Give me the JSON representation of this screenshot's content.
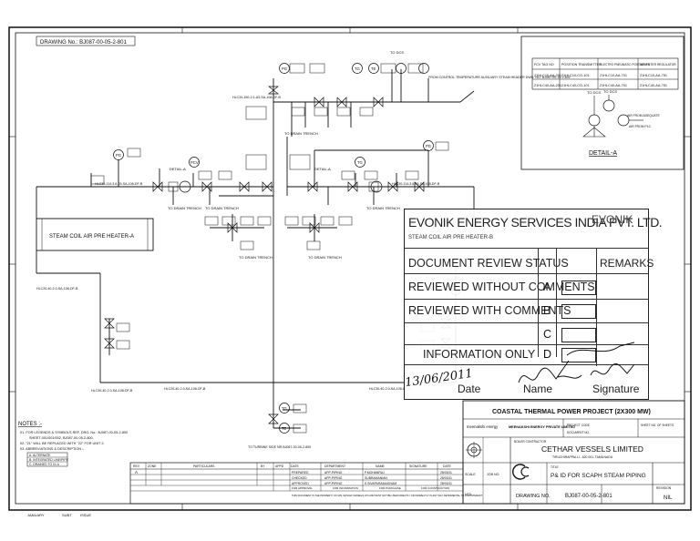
{
  "drawing_no_top": "DRAWING No.: BJ087-00-05-2-801",
  "detail": {
    "title": "DETAIL-A",
    "table_headers": [
      "FCV TAG NO",
      "POSITION TRANSMITTER",
      "ELECTRO PNEUMATIC POSITIONER",
      "AIR FILTER REGULATOR"
    ],
    "rows": [
      [
        "21HLC10-AA-201",
        "21HLC10-CG-101",
        "21HLC10-AA-701",
        "21HLC10-AA-751"
      ],
      [
        "21HLC40-AA-201",
        "21HLC40-CG-101",
        "21HLC40-AA-701",
        "21HLC40-AA-751"
      ]
    ],
    "labels": [
      "TO DCS",
      "TO DCS",
      "AIR FROM ADEQUATE",
      "AIR FROM PLC"
    ]
  },
  "diagram": {
    "equipment_a": "STEAM COIL AIR PRE HEATER-A",
    "equipment_b": "STEAM COIL AIR PRE HEATER-B",
    "to_dcs": "TO DCS",
    "drain_labels": [
      "TO DRAIN TRENCH",
      "TO DRAIN TRENCH",
      "TO DRAIN TRENCH",
      "TO DRAIN TRENCH",
      "TO DRAIN TRENCH",
      "TO DRAIN TRENCH"
    ],
    "detail_a_tags": [
      "DETAIL-A",
      "DETAIL-A"
    ],
    "from_label": "FROM CONTROL TEMPERATURE AUXILIARY STEAM HEADER DWG. NO. BJ087-00-15-2-802",
    "bottom_label": "TO TURBINE SIDE NR BJ087-00-05-2-805",
    "line_numbers": [
      "HLC20-150-2.1-A3-SA-108-DF-B",
      "HLC30-114-3.6-03-SA-108-DF-B",
      "HLC30-114-3.6-03-SA-108-DF-B",
      "HLC20-40-2.0-SA-108-DF-B",
      "HLC20-40-2.0-SA-108-DF-B",
      "HLC30-40-2.0-SA-108-DF-B",
      "HLC30-40-2.0-SA-108-DF-B"
    ],
    "instrument_tags": [
      "PG",
      "TG",
      "TE",
      "PG",
      "PCV",
      "TG",
      "PG",
      "TG",
      "TE"
    ]
  },
  "notes": {
    "title": "NOTES :-",
    "items": [
      "01. FOR LEGENDS & SYMBOLS REF. DRG. No.: BJ087-00-05-2-800",
      "SHEET-001/001/002, BJ087-00-05-2-800.",
      "02. \"21\" WILL BE REPLACED WITH \"22\" FOR UNIT 2.",
      "03. ABBREVIATIONS & DESCRIPTION :-"
    ],
    "abbr": [
      "A. ALTERNATE",
      "B. INTEGRATED LINE/PIPE",
      "C. DRAINED TO 01 A"
    ]
  },
  "stamp": {
    "company": "EVONIK ENERGY SERVICES INDIA PVT. LTD.",
    "logo": "EVONIK",
    "status_title": "DOCUMENT REVIEW STATUS",
    "remarks": "REMARKS",
    "options": [
      {
        "label": "REVIEWED WITHOUT COMMENTS",
        "code": "A"
      },
      {
        "label": "REVIEWED WITH COMMENTS",
        "code": "B"
      },
      {
        "label": "",
        "code": "C"
      },
      {
        "label": "INFORMATION ONLY",
        "code": "D"
      }
    ],
    "date_label": "Date",
    "name_label": "Name",
    "signature_label": "Signature",
    "date_value": "13/06/2011"
  },
  "title_block": {
    "project": "COASTAL THERMAL POWER PROJECT (2X300 MW)",
    "owner": "MEENAKSHI ENERGY PRIVATE LIMITED",
    "brand": "meenakshi energy",
    "contractor_label": "BOILER CONTRACTOR",
    "contractor": "CETHAR VESSELS LIMITED",
    "contractor_address": "TIRUCHIRAPPALLI - 620 001, TAMILNADU",
    "title_label": "TITLE",
    "title": "P& ID FOR SCAPH STEAM PIPING",
    "drawing_no_label": "DRAWING NO.",
    "drawing_no": "BJ087-00-05-2-801",
    "revision_label": "REVISION",
    "revision": "NIL",
    "scale_label": "SCALE",
    "job_label": "JOB NO.",
    "ntd_label": "NTD",
    "project_code_label": "PROJECT CODE",
    "document_no_label": "DOCUMENT NO.",
    "sheet_label": "SHEET NO. OF SHEETS",
    "rev_headers": [
      "REV",
      "ZONE",
      "PARTICULARS",
      "BY",
      "APPD",
      "DATE"
    ],
    "rev_row": [
      "A"
    ],
    "sign_headers": [
      "",
      "DEPARTMENT",
      "NAME",
      "SIGNATURE",
      "DATE"
    ],
    "sign_rows": [
      [
        "PREPARED",
        "APP-PIPING",
        "P.MOHANRAJ",
        "",
        "28/03/11"
      ],
      [
        "CHECKED",
        "APP-PIPING",
        "SUBRAMANIAN",
        "",
        "28/03/11"
      ],
      [
        "APPROVED",
        "APP-PIPING",
        "K.SIVAPARAMASIVAM",
        "",
        "28/03/11"
      ]
    ],
    "purpose": [
      "FOR APPROVAL",
      "FOR INFORMATION",
      "FOR PURCHASE",
      "FOR CONSTRUCTION"
    ],
    "disclaimer": "THIS DOCUMENT IS THE PROPERTY OF M/S CETHAR VESSELS LTD AND MUST NOT BE USED DIRECTLY OR INDIRECTLY IN ANY WAY DETRIMENTAL TO OUR INTEREST"
  },
  "footer": [
    "JANUARY",
    "SUBT",
    "ISSUE"
  ]
}
